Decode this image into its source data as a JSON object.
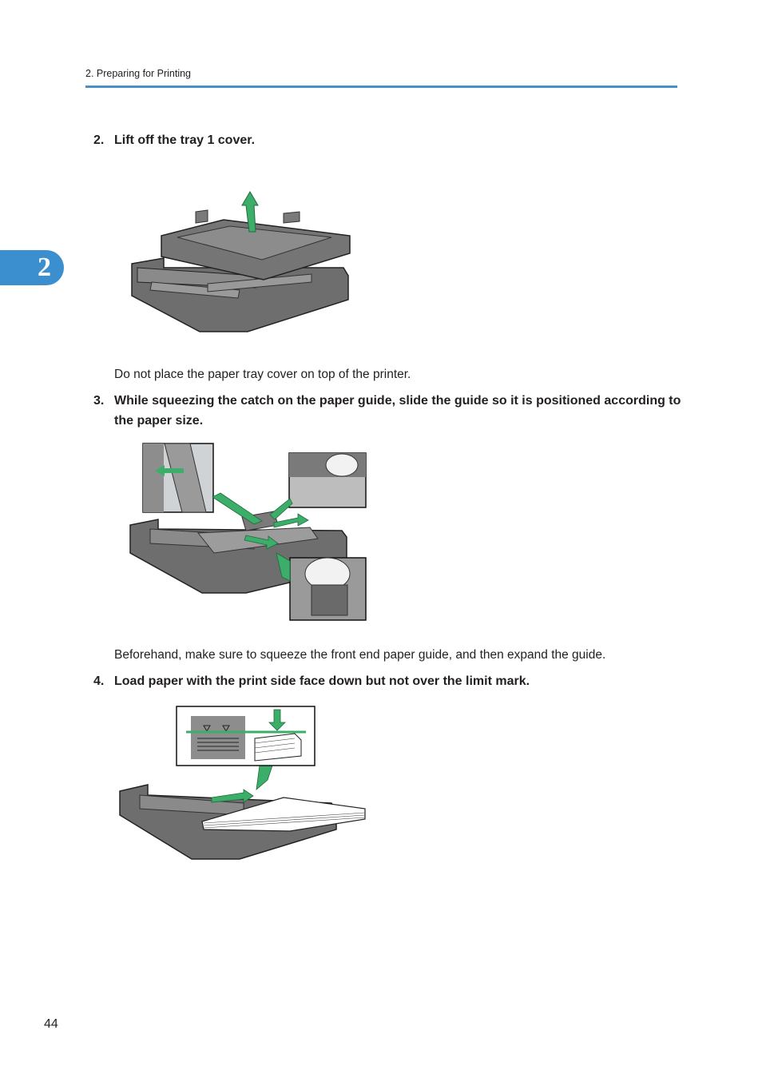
{
  "header": {
    "section": "2. Preparing for Printing"
  },
  "chapter_tab": {
    "label": "2"
  },
  "steps": [
    {
      "number": "2.",
      "text": "Lift off the tray 1 cover."
    },
    {
      "number": "3.",
      "text": "While squeezing the catch on the paper guide, slide the guide so it is positioned according to the paper size."
    },
    {
      "number": "4.",
      "text": "Load paper with the print side face down but not over the limit mark."
    }
  ],
  "notes": {
    "step2": "Do not place the paper tray cover on top of the printer.",
    "step3": "Beforehand, make sure to squeeze the front end paper guide, and then expand the guide."
  },
  "footer": {
    "page_number": "44"
  },
  "colors": {
    "accent_blue": "#3c8fcf",
    "rule_blue": "#4a90c8",
    "arrow_green": "#3dae6a",
    "tray_gray": "#6e6e6e"
  }
}
